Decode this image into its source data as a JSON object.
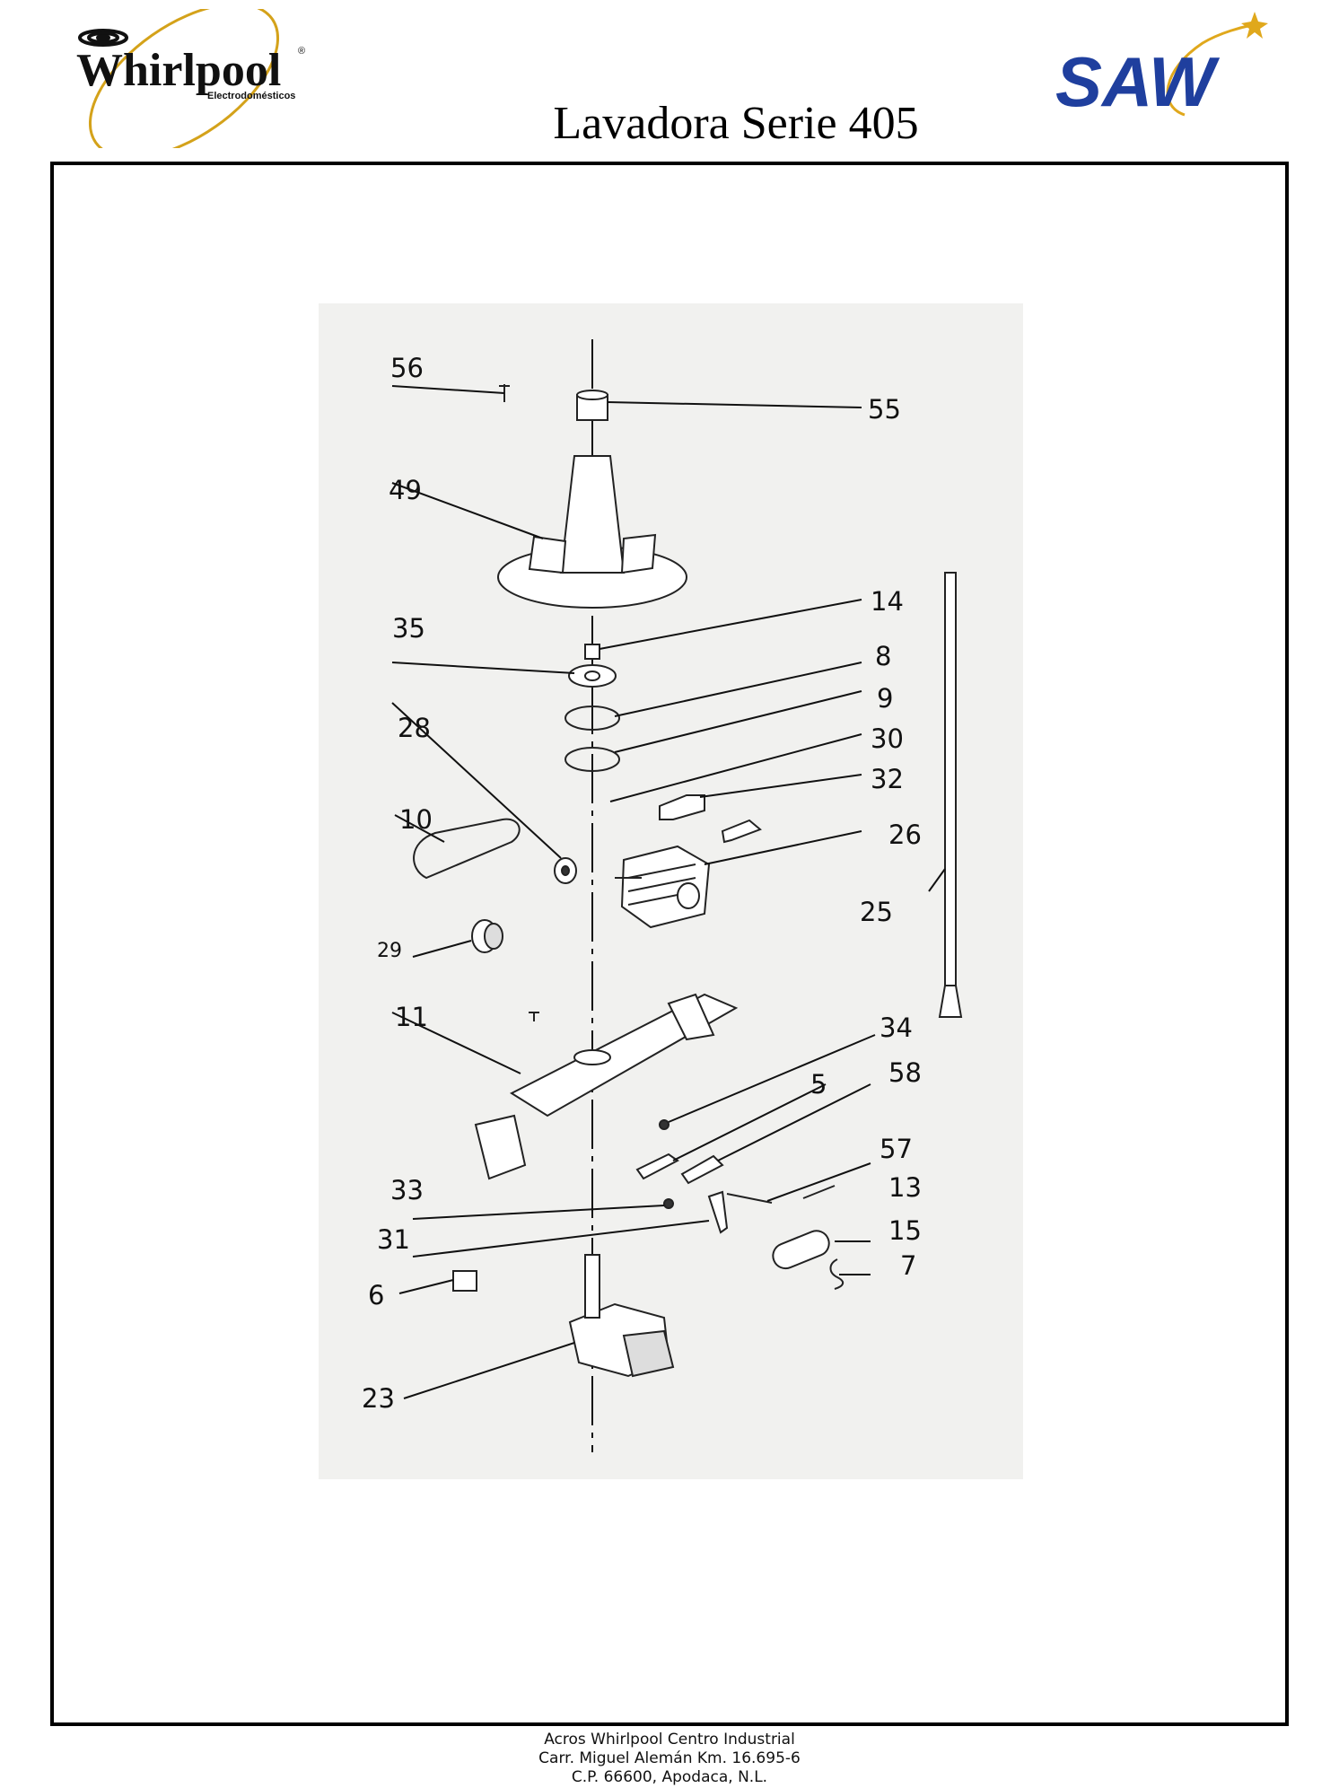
{
  "header": {
    "brand_left": "Whirlpool",
    "brand_left_sub": "Electrodomésticos",
    "brand_right": "SAW",
    "title": "Lavadora Serie 405"
  },
  "diagram": {
    "labels": {
      "p56": "56",
      "p55": "55",
      "p49": "49",
      "p14": "14",
      "p35": "35",
      "p8": "8",
      "p9": "9",
      "p30": "30",
      "p28": "28",
      "p32": "32",
      "p10": "10",
      "p26": "26",
      "p25": "25",
      "p29": "29",
      "p11": "11",
      "p34": "34",
      "p5": "5",
      "p58": "58",
      "p57": "57",
      "p33": "33",
      "p13": "13",
      "p15": "15",
      "p31": "31",
      "p7": "7",
      "p6": "6",
      "p23": "23"
    }
  },
  "footer": {
    "line1": "Acros Whirlpool Centro Industrial",
    "line2": "Carr. Miguel Alemán Km. 16.695-6",
    "line3": "C.P. 66600, Apodaca, N.L."
  },
  "colors": {
    "whirlpool_ring": "#d4a21a",
    "saw_blue": "#1f3f9e",
    "saw_star": "#e0a81c",
    "drawing_bg": "#f1f1ef"
  }
}
